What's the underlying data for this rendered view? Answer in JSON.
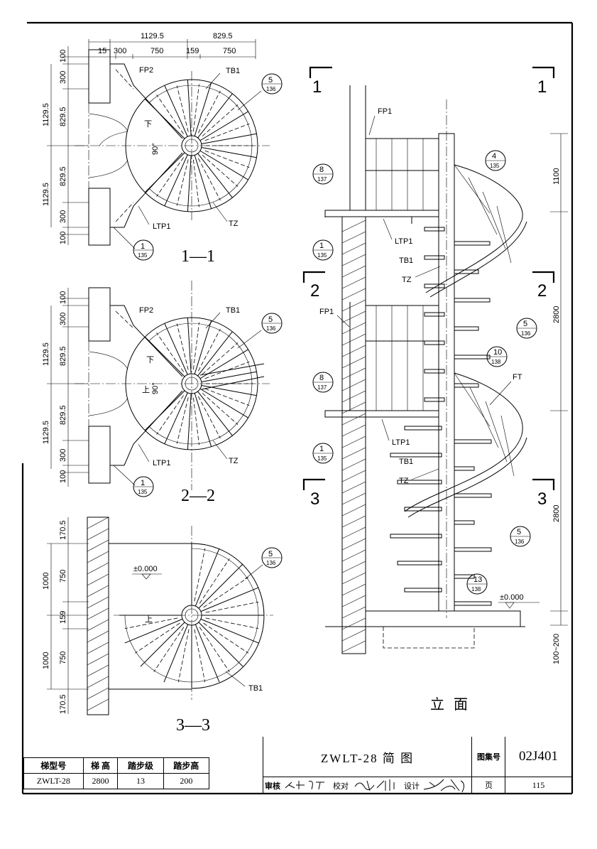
{
  "views": {
    "v11": {
      "title": "1—1",
      "dims_top": [
        "1129.5",
        "829.5",
        "15",
        "300",
        "750",
        "159",
        "750"
      ],
      "dims_left": [
        "100",
        "300",
        "1129.5",
        "829.5",
        "1129.5",
        "829.5",
        "300",
        "100"
      ],
      "labels": [
        "FP2",
        "TB1",
        "LTP1",
        "TZ",
        "下",
        "90°"
      ],
      "callouts": [
        {
          "num": "5",
          "sheet": "136"
        },
        {
          "num": "1",
          "sheet": "135"
        }
      ]
    },
    "v22": {
      "title": "2—2",
      "dims_left": [
        "100",
        "300",
        "1129.5",
        "829.5",
        "1129.5",
        "829.5",
        "300",
        "100"
      ],
      "labels": [
        "FP2",
        "TB1",
        "LTP1",
        "TZ",
        "下",
        "上",
        "90°"
      ],
      "callouts": [
        {
          "num": "5",
          "sheet": "136"
        },
        {
          "num": "1",
          "sheet": "135"
        }
      ]
    },
    "v33": {
      "title": "3—3",
      "dims_left": [
        "170.5",
        "1000",
        "750",
        "159",
        "1000",
        "750",
        "170.5"
      ],
      "labels": [
        "±0.000",
        "上",
        "TB1"
      ],
      "callouts": [
        {
          "num": "5",
          "sheet": "136"
        }
      ]
    },
    "elev": {
      "title": "立 面",
      "section_marks": [
        "1",
        "1",
        "2",
        "2",
        "3",
        "3"
      ],
      "labels": [
        "FP1",
        "LTP1",
        "TB1",
        "TZ",
        "FP1",
        "FT",
        "LTP1",
        "TB1",
        "TZ",
        "±0.000"
      ],
      "dims_right": [
        "1100",
        "2800",
        "2800",
        "100~200"
      ],
      "callouts": [
        {
          "num": "4",
          "sheet": "135"
        },
        {
          "num": "8",
          "sheet": "137"
        },
        {
          "num": "1",
          "sheet": "135"
        },
        {
          "num": "5",
          "sheet": "136"
        },
        {
          "num": "10",
          "sheet": "138"
        },
        {
          "num": "8",
          "sheet": "137"
        },
        {
          "num": "1",
          "sheet": "135"
        },
        {
          "num": "5",
          "sheet": "136"
        },
        {
          "num": "13",
          "sheet": "138"
        }
      ]
    }
  },
  "spec_table": {
    "headers": [
      "梯型号",
      "梯 高",
      "踏步级",
      "踏步高"
    ],
    "row": [
      "ZWLT-28",
      "2800",
      "13",
      "200"
    ]
  },
  "title_block": {
    "drawing_title": "ZWLT-28  简  图",
    "atlas_label": "图集号",
    "atlas_no": "02J401",
    "review_label": "审核",
    "check_label": "校对",
    "design_label": "设计",
    "page_label": "页",
    "page_no": "115"
  }
}
